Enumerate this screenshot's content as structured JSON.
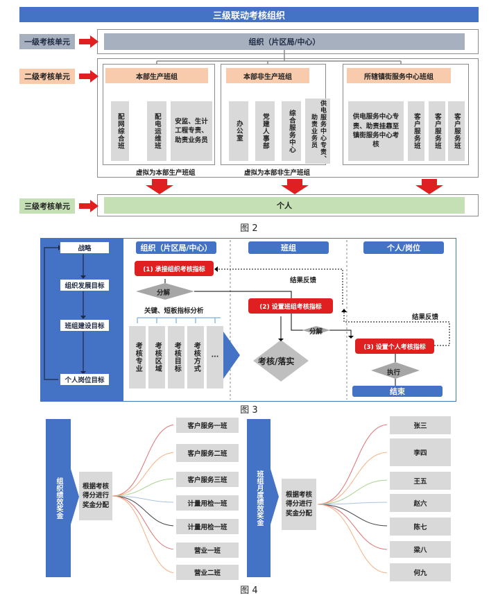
{
  "fig2": {
    "title": "三级联动考核组织",
    "level1_label": "一级考核单元",
    "level1_bar": "组织（片区局/中心）",
    "level2_label": "二级考核单元",
    "groups": [
      {
        "head": "本部生产班组",
        "items": [
          "配网综合班",
          "配电运维班",
          "安监、生计工程专责、助责业务员"
        ]
      },
      {
        "head": "本部非生产班组",
        "items": [
          "办公室",
          "党建人事部",
          "综合服务中心",
          "供电服务中心专责、助责业务员"
        ]
      },
      {
        "head": "所辖镇街服务中心班组",
        "items": [
          "供电服务中心专责、助责挂靠至镇街服务中心考核",
          "客户服务班",
          "客户服务班",
          "客户服务班"
        ]
      }
    ],
    "virtual_note_1": "虚拟为本部生产班组",
    "virtual_note_2": "虚拟为本部非生产班组",
    "level3_label": "三级考核单元",
    "level3_bar": "个人",
    "caption": "图 2"
  },
  "fig3": {
    "left_items": [
      "战略",
      "组织发展目标",
      "班组建设目标",
      "个人岗位目标"
    ],
    "col_heads": [
      "组织（片区局/中心）",
      "班组",
      "个人/岗位"
    ],
    "step1": "(1) 承接组织考核指标",
    "split1": "分解",
    "analysis": "关键、短板指标分析",
    "vboxes": [
      "考核专业",
      "考核区域",
      "考核目标",
      "考核方式",
      "···"
    ],
    "step2": "(2) 设置班组考核指标",
    "split2": "分解",
    "assess": "考核/落实",
    "feedback1": "结果反馈",
    "feedback2": "结果反馈",
    "step3": "(3) 设置个人考核指标",
    "execute": "执行",
    "end": "结束",
    "caption": "图 3"
  },
  "fig4": {
    "left_title": "组织绩效奖金",
    "left_rule": "根据考核得分进行奖金分配",
    "left_targets": [
      "客户服务一班",
      "客户服务二班",
      "客户服务三班",
      "计量用检一班",
      "计量用检一班",
      "营业一班",
      "营业二班"
    ],
    "right_title": "班组月度绩效奖金",
    "right_rule": "根据考核得分进行奖金分配",
    "right_targets": [
      "张三",
      "李四",
      "王五",
      "赵六",
      "陈七",
      "梁八",
      "何九"
    ],
    "caption": "图 4"
  },
  "colors": {
    "blue": "#4472C4",
    "red": "#E02020",
    "salmon": "#F8CBAD",
    "green": "#C5E0B4",
    "grey": "#D9D9D9"
  }
}
